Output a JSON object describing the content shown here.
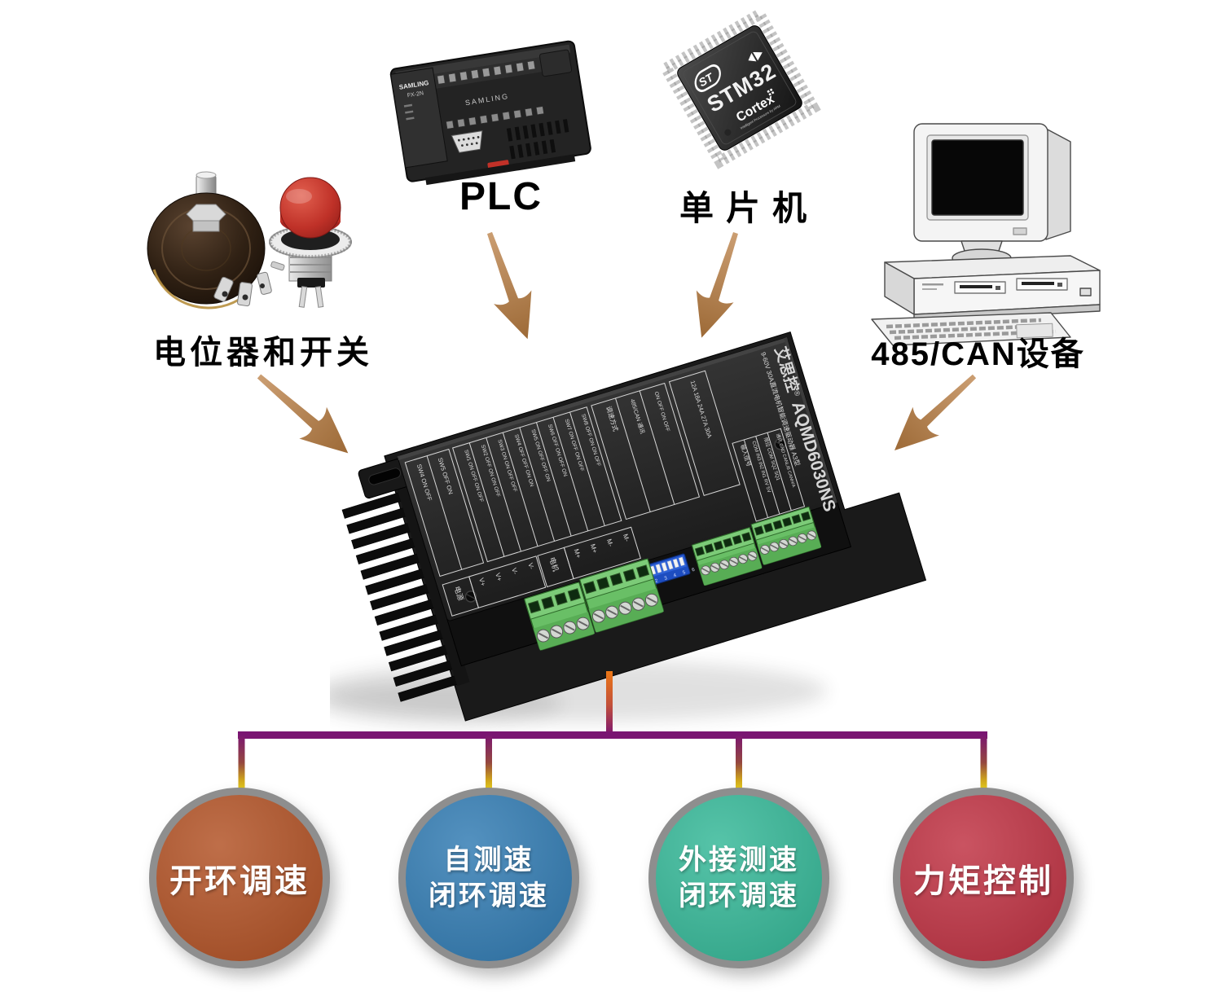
{
  "devices": {
    "pot_switch": {
      "label": "电位器和开关"
    },
    "plc": {
      "label": "PLC",
      "brand": "SAMLING",
      "model": "FX-2N",
      "face_brand": "SAMLING"
    },
    "mcu": {
      "label": "单片机",
      "chip": {
        "logo": "ST",
        "name": "STM32",
        "core": "Cortex",
        "tagline": "Intelligent Processors by ARM"
      }
    },
    "rs485": {
      "label": "485/CAN设备"
    }
  },
  "controller": {
    "brand": "艾思控",
    "reg": "®",
    "model": "AQMD6030NS",
    "subtitle": "9-60V 30A直流电机智能调速驱动器 A3型",
    "dip": {
      "on": "ON",
      "numbers": "1 2 3 4 5 6 7 8"
    },
    "silkscreen": {
      "tableA": [
        "SW4 ON OFF",
        "SW5 OFF ON"
      ],
      "tableB": [
        "SW1 ON OFF ON OFF",
        "SW2 OFF ON ON OFF",
        "SW3 ON ON OFF OFF",
        "SW4 OFF OFF ON ON",
        "SW5 ON OFF OFF ON",
        "SW6 OFF ON OFF ON",
        "SW7 ON OFF ON OFF",
        "SW8 OFF ON ON OFF"
      ],
      "tableC": [
        "调速方式",
        "485/CAN 通讯",
        "ON OFF ON OFF"
      ],
      "tableD": "12A 18A 24A 27A 30A",
      "tableF": [
        "输入信号",
        "COM IN3 IN2 IN1 RV 5V",
        "限位 COM SQ2 SQ1",
        "通讯 GND CANL/B CANH/A"
      ],
      "power_header": "电源",
      "power_pins": [
        "V+",
        "V+",
        "V-",
        "V-"
      ],
      "motor_header": "电机",
      "motor_pins": [
        "M+",
        "M+",
        "M-",
        "M-"
      ]
    }
  },
  "features": [
    {
      "lines": [
        "开环调速"
      ],
      "color": "#b5592e"
    },
    {
      "lines": [
        "自测速",
        "闭环调速"
      ],
      "color": "#3a81b6"
    },
    {
      "lines": [
        "外接测速",
        "闭环调速"
      ],
      "color": "#3dbb9c"
    },
    {
      "lines": [
        "力矩控制"
      ],
      "color": "#c23a4a"
    }
  ],
  "colors": {
    "line_orange": "#ee7614",
    "line_purple": "#7a1572",
    "line_yellow": "#e9d01e",
    "arrow_light": "#cb9e72",
    "arrow_dark": "#9d6a37",
    "ring_gray": "#8e8e8e"
  }
}
